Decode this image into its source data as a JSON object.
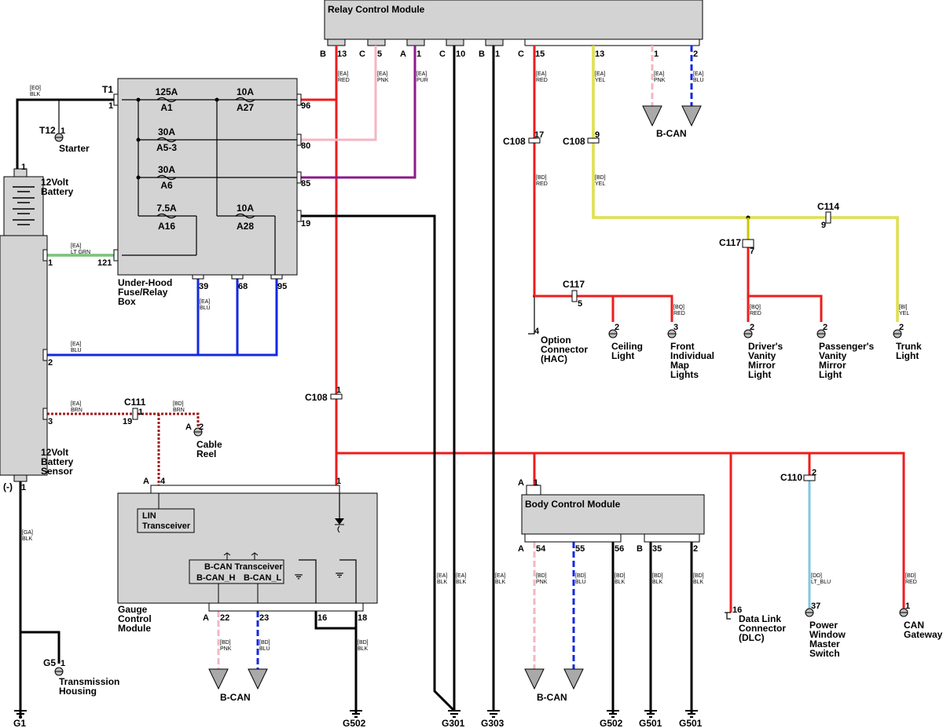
{
  "modules": {
    "relay": "Relay Control Module",
    "fuse": [
      "Under-Hood",
      "Fuse/Relay",
      "Box"
    ],
    "battery": [
      "12Volt",
      "Battery"
    ],
    "sensor": [
      "12Volt",
      "Battery",
      "Sensor"
    ],
    "gauge": [
      "Gauge",
      "Control",
      "Module"
    ],
    "bcm": "Body Control Module",
    "lin": "LIN",
    "lin2": "Transceiver",
    "bcan_tr": "B-CAN Transceiver",
    "bcan_h": "B-CAN_H",
    "bcan_l": "B-CAN_L",
    "neg": "(-)"
  },
  "fuses": [
    {
      "amp": "125A",
      "id": "A1"
    },
    {
      "amp": "10A",
      "id": "A27"
    },
    {
      "amp": "30A",
      "id": "A5-3"
    },
    {
      "amp": "30A",
      "id": "A6"
    },
    {
      "amp": "7.5A",
      "id": "A16"
    },
    {
      "amp": "10A",
      "id": "A28"
    }
  ],
  "connectors": {
    "t1": "T1",
    "t12": "T12",
    "c108": "C108",
    "c111": "C111",
    "c114": "C114",
    "c117": "C117",
    "c110": "C110",
    "g5": "G5"
  },
  "components": {
    "starter": "Starter",
    "cable": [
      "Cable",
      "Reel"
    ],
    "transmission": [
      "Transmission",
      "Housing"
    ],
    "option": [
      "Option",
      "Connector",
      "(HAC)"
    ],
    "ceiling": [
      "Ceiling",
      "Light"
    ],
    "front": [
      "Front",
      "Individual",
      "Map",
      "Lights"
    ],
    "driver": [
      "Driver's",
      "Vanity",
      "Mirror",
      "Light"
    ],
    "passenger": [
      "Passenger's",
      "Vanity",
      "Mirror",
      "Light"
    ],
    "trunk": [
      "Trunk",
      "Light"
    ],
    "dlc": [
      "Data Link",
      "Connector",
      "(DLC)"
    ],
    "pwm": [
      "Power",
      "Window",
      "Master",
      "Switch"
    ],
    "gateway": [
      "CAN",
      "Gateway"
    ],
    "bcan": "B-CAN"
  },
  "grounds": [
    "G1",
    "G502",
    "G301",
    "G303",
    "G502",
    "G501",
    "G501"
  ],
  "pins": {
    "relay": [
      {
        "side": "B",
        "num": "13"
      },
      {
        "side": "C",
        "num": "5"
      },
      {
        "side": "A",
        "num": "1"
      },
      {
        "side": "C",
        "num": "10"
      },
      {
        "side": "B",
        "num": "1"
      },
      {
        "side": "C",
        "num": "15"
      },
      {
        "side": "",
        "num": "13"
      },
      {
        "side": "",
        "num": "1"
      },
      {
        "side": "",
        "num": "2"
      }
    ],
    "fuse_right": [
      "96",
      "80",
      "85",
      "19"
    ],
    "fuse_bottom": [
      "39",
      "68",
      "95"
    ],
    "fuse_left": [
      "1",
      "121"
    ],
    "sensor": [
      "1",
      "2",
      "3",
      "1"
    ],
    "battery": "1",
    "t12": "1",
    "c111": [
      "19",
      "1"
    ],
    "cable": [
      "A",
      "2"
    ],
    "c108": [
      "17",
      "9",
      "1"
    ],
    "c117": [
      "5",
      "7"
    ],
    "c114": "9",
    "loads": [
      "4",
      "2",
      "3",
      "2",
      "2",
      "2"
    ],
    "gauge_top": [
      "A",
      "4",
      "1"
    ],
    "gauge_bottom": [
      "A",
      "22",
      "23",
      "16",
      "18"
    ],
    "bcm_top": [
      "A",
      "1"
    ],
    "bcm_bottom": [
      "A",
      "54",
      "55",
      "56",
      "B",
      "35",
      "2"
    ],
    "c110": "2",
    "dlc": "16",
    "pwm": "37",
    "gateway": "1",
    "g5": "1"
  },
  "wires": {
    "eo_blk": [
      "[EO]",
      "BLK"
    ],
    "ea_ltgrn": [
      "[EA]",
      "LT GRN"
    ],
    "ea_blu": [
      "[EA]",
      "BLU"
    ],
    "ea_brn": [
      "[EA]",
      "BRN"
    ],
    "bd_brn": [
      "[BD]",
      "BRN"
    ],
    "ga_blk": [
      "[GA]",
      "BLK"
    ],
    "ea_red": [
      "[EA]",
      "RED"
    ],
    "ea_pnk": [
      "[EA]",
      "PNK"
    ],
    "ea_pur": [
      "[EA]",
      "PUR"
    ],
    "ea_yel": [
      "[EA]",
      "YEL"
    ],
    "bd_red": [
      "[BD]",
      "RED"
    ],
    "bd_yel": [
      "[BD]",
      "YEL"
    ],
    "bq_red": [
      "[BQ]",
      "RED"
    ],
    "bi_yel": [
      "[BI]",
      "YEL"
    ],
    "ea_blk": [
      "[EA]",
      "BLK"
    ],
    "bd_pnk": [
      "[BD]",
      "PNK"
    ],
    "bd_blu": [
      "[BD]",
      "BLU"
    ],
    "bd_blk": [
      "[BD]",
      "BLK"
    ],
    "dd_ltblu": [
      "[DD]",
      "LT_BLU"
    ]
  },
  "colors": {
    "red": "#ee1c1c",
    "pink": "#f4b6c2",
    "purple": "#8b1a8b",
    "yellow": "#e6e600",
    "blue": "#1428e0",
    "ltblue": "#7ec8e3",
    "brown": "#a01c1c",
    "green": "#2e9e2e",
    "black": "#000000",
    "box": "#d3d3d3"
  }
}
